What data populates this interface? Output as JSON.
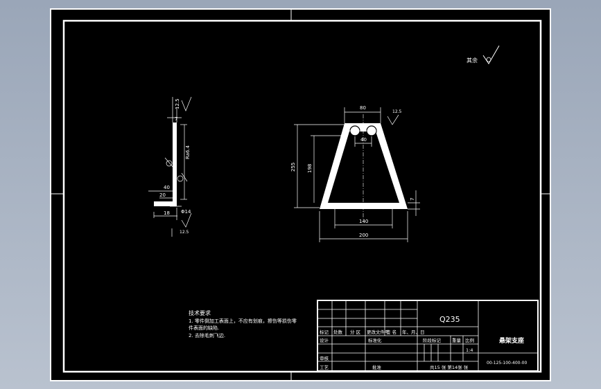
{
  "drawing": {
    "roughness_note": "其余",
    "material": "Q235",
    "part_name": "悬架支座",
    "drawing_no": "00-125-100-400-00",
    "scale": "1:4",
    "sheet_info": "共15 张   第14张 张"
  },
  "tech_requirements": {
    "title": "技术要求",
    "lines": [
      "1. 零件倒加工表面上，不应有划痕，擦伤等损伤零",
      "件表面的缺陷.",
      "2. 去除毛刺飞边."
    ]
  },
  "title_block": {
    "row1": [
      "标记",
      "处数",
      "分 区",
      "更改文件号",
      "签 名",
      "年、月、日"
    ],
    "row2": [
      "设计",
      "",
      "标准化",
      "",
      "阶段标记",
      "重量",
      "比例"
    ],
    "row3": [
      "审核"
    ],
    "row4": [
      "工艺",
      "",
      "批准"
    ]
  },
  "dimensions": {
    "side_top_roughness": "12.5",
    "side_thickness": "7",
    "side_height": "Ra6.4",
    "side_hole": "40",
    "side_flange": "20",
    "side_bottom": "18",
    "side_bottom_roughness": "12.5",
    "side_dia": "Φ14",
    "front_top_width": "80",
    "front_top_roughness": "12.5",
    "front_hole_spacing": "40",
    "front_total_height": "255",
    "front_inner_height": "198",
    "front_base_thickness": "7",
    "front_inner_width": "140",
    "front_base_width": "200"
  }
}
